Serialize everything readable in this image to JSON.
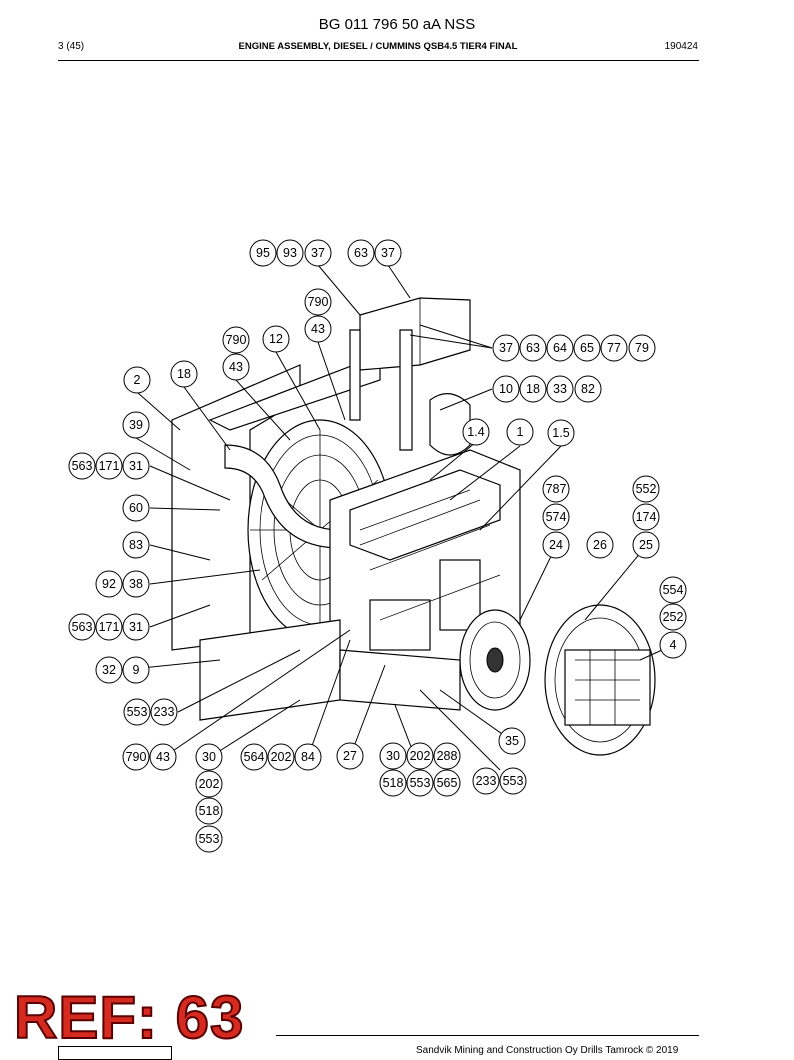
{
  "header": {
    "doc_title": "BG 011 796 50 aA NSS",
    "page": "3 (45)",
    "section_title": "ENGINE ASSEMBLY, DIESEL / CUMMINS QSB4.5 TIER4 FINAL",
    "date": "190424"
  },
  "callouts": [
    "95",
    "93",
    "37",
    "63",
    "37",
    "790",
    "43",
    "790",
    "43",
    "12",
    "37",
    "63",
    "64",
    "65",
    "77",
    "79",
    "2",
    "18",
    "10",
    "18",
    "33",
    "82",
    "39",
    "1.4",
    "1",
    "1.5",
    "563",
    "171",
    "31",
    "787",
    "552",
    "574",
    "174",
    "60",
    "83",
    "24",
    "26",
    "25",
    "92",
    "38",
    "554",
    "252",
    "4",
    "563",
    "171",
    "31",
    "32",
    "9",
    "553",
    "233",
    "35",
    "790",
    "43",
    "30",
    "564",
    "202",
    "84",
    "27",
    "30",
    "202",
    "288",
    "202",
    "518",
    "553",
    "565",
    "233",
    "553",
    "518",
    "553"
  ],
  "stamp": {
    "text": "REF: 63",
    "color": "#d42a1f"
  },
  "footer": {
    "copyright": "Sandvik Mining and Construction Oy Drills Tamrock © 2019"
  }
}
